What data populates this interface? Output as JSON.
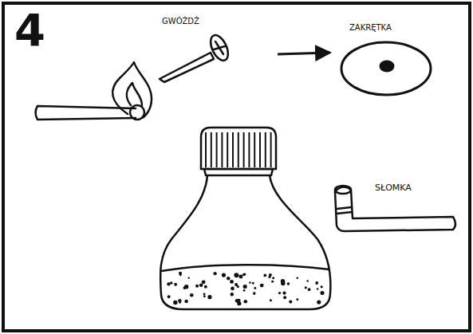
{
  "diagram": {
    "labels": [
      "4",
      "GWÓŹDŹ",
      "ZAKRĘTKA",
      "SŁOMKA"
    ]
  }
}
